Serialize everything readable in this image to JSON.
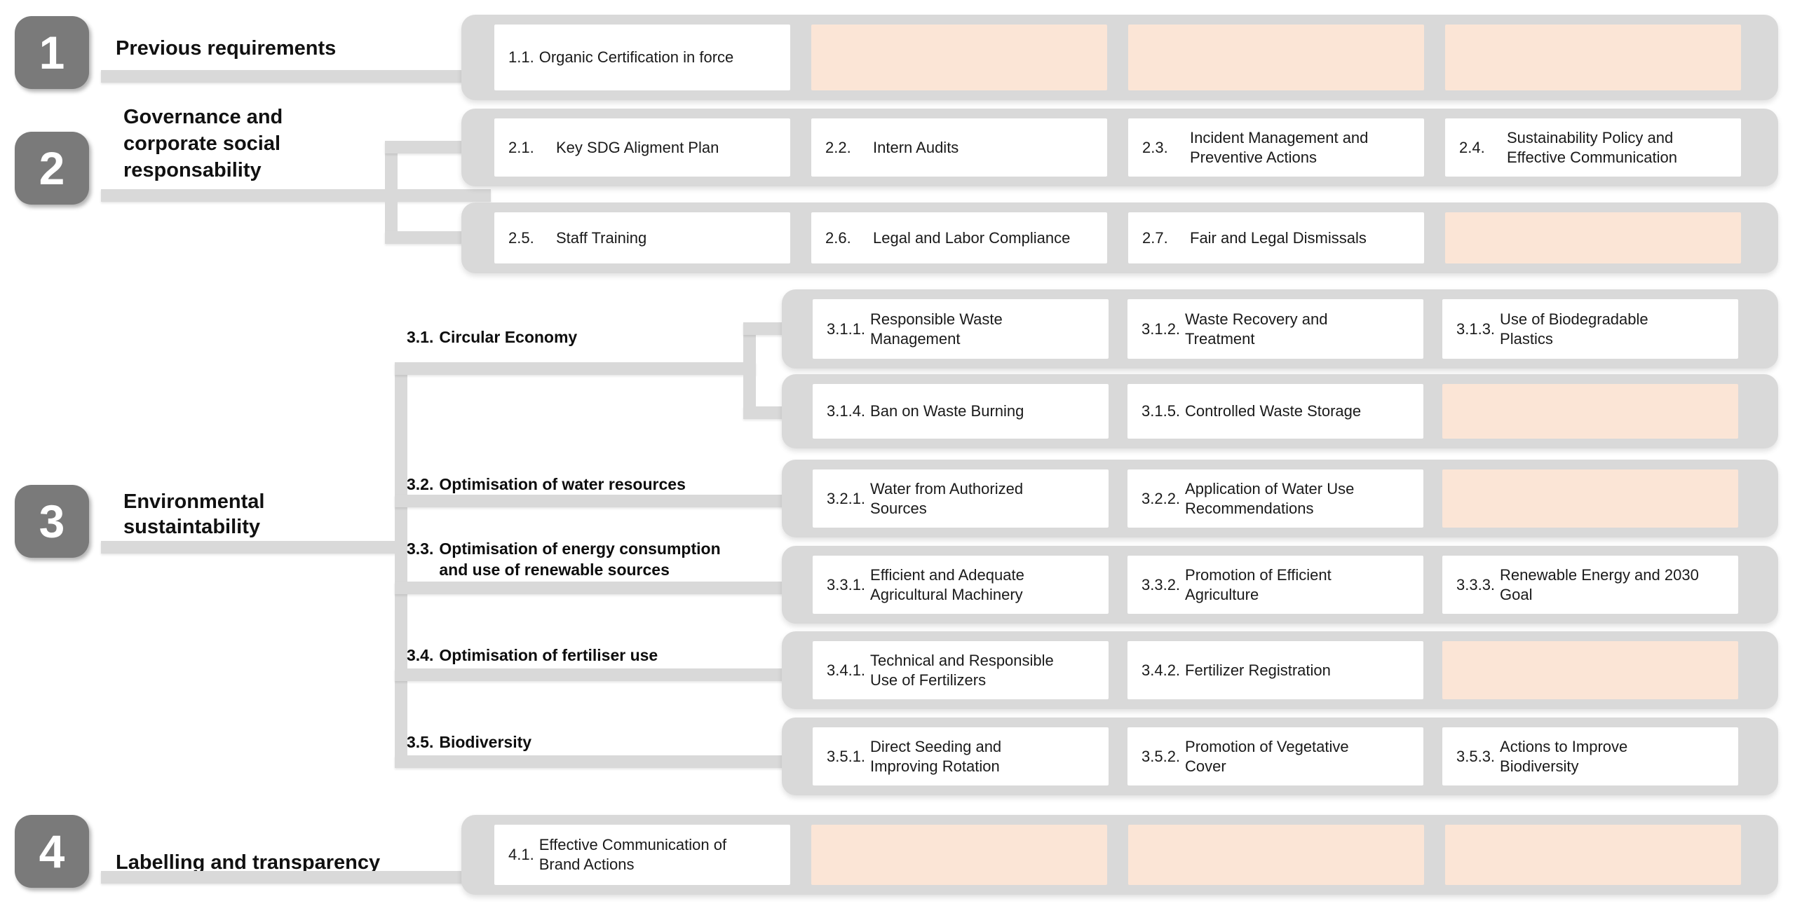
{
  "colors": {
    "container_gray": "#d9d9d9",
    "badge_gray": "#7a7a7a",
    "empty_slot_peach": "#fbe5d6",
    "box_white": "#ffffff",
    "text_black": "#1a1a1a"
  },
  "badges": [
    "1",
    "2",
    "3",
    "4"
  ],
  "section_titles": [
    {
      "text": "Previous requirements"
    },
    {
      "text": "Governance and\ncorporate social\nresponsability"
    },
    {
      "text": "Environmental\nsustaintability"
    },
    {
      "text": "Labelling and transparency"
    }
  ],
  "sublabels": [
    {
      "num": "3.1.",
      "text": "Circular Economy"
    },
    {
      "num": "3.2.",
      "text": "Optimisation of water resources"
    },
    {
      "num": "3.3.",
      "text": "Optimisation of energy consumption\nand use of renewable sources"
    },
    {
      "num": "3.4.",
      "text": "Optimisation of fertiliser use"
    },
    {
      "num": "3.5.",
      "text": "Biodiversity"
    }
  ],
  "rows": [
    {
      "cells": [
        {
          "num": "1.1.",
          "text": "Organic Certification in force"
        },
        {
          "empty": true
        },
        {
          "empty": true
        },
        {
          "empty": true
        }
      ]
    },
    {
      "cells": [
        {
          "num": "2.1.",
          "text": "Key SDG Aligment Plan"
        },
        {
          "num": "2.2.",
          "text": "Intern Audits"
        },
        {
          "num": "2.3.",
          "text": "Incident Management and\nPreventive Actions"
        },
        {
          "num": "2.4.",
          "text": "Sustainability Policy and\nEffective Communication"
        }
      ]
    },
    {
      "cells": [
        {
          "num": "2.5.",
          "text": "Staff Training"
        },
        {
          "num": "2.6.",
          "text": "Legal and Labor Compliance"
        },
        {
          "num": "2.7.",
          "text": "Fair and Legal Dismissals"
        },
        {
          "empty": true
        }
      ]
    },
    {
      "cells": [
        {
          "num": "3.1.1.",
          "text": "Responsible Waste\nManagement"
        },
        {
          "num": "3.1.2.",
          "text": "Waste Recovery and\nTreatment"
        },
        {
          "num": "3.1.3.",
          "text": "Use of Biodegradable\nPlastics"
        }
      ]
    },
    {
      "cells": [
        {
          "num": "3.1.4.",
          "text": "Ban on Waste Burning"
        },
        {
          "num": "3.1.5.",
          "text": "Controlled Waste Storage"
        },
        {
          "empty": true
        }
      ]
    },
    {
      "cells": [
        {
          "num": "3.2.1.",
          "text": "Water from Authorized\nSources"
        },
        {
          "num": "3.2.2.",
          "text": "Application of Water Use\nRecommendations"
        },
        {
          "empty": true
        }
      ]
    },
    {
      "cells": [
        {
          "num": "3.3.1.",
          "text": "Efficient and Adequate\nAgricultural Machinery"
        },
        {
          "num": "3.3.2.",
          "text": "Promotion of Efficient\nAgriculture"
        },
        {
          "num": "3.3.3.",
          "text": "Renewable Energy and 2030\nGoal"
        }
      ]
    },
    {
      "cells": [
        {
          "num": "3.4.1.",
          "text": "Technical and Responsible\nUse of Fertilizers"
        },
        {
          "num": "3.4.2.",
          "text": "Fertilizer Registration"
        },
        {
          "empty": true
        }
      ]
    },
    {
      "cells": [
        {
          "num": "3.5.1.",
          "text": "Direct Seeding and\nImproving Rotation"
        },
        {
          "num": "3.5.2.",
          "text": "Promotion of Vegetative\nCover"
        },
        {
          "num": "3.5.3.",
          "text": "Actions to Improve\nBiodiversity"
        }
      ]
    },
    {
      "cells": [
        {
          "num": "4.1.",
          "text": "Effective Communication of\nBrand Actions"
        },
        {
          "empty": true
        },
        {
          "empty": true
        },
        {
          "empty": true
        }
      ]
    }
  ]
}
